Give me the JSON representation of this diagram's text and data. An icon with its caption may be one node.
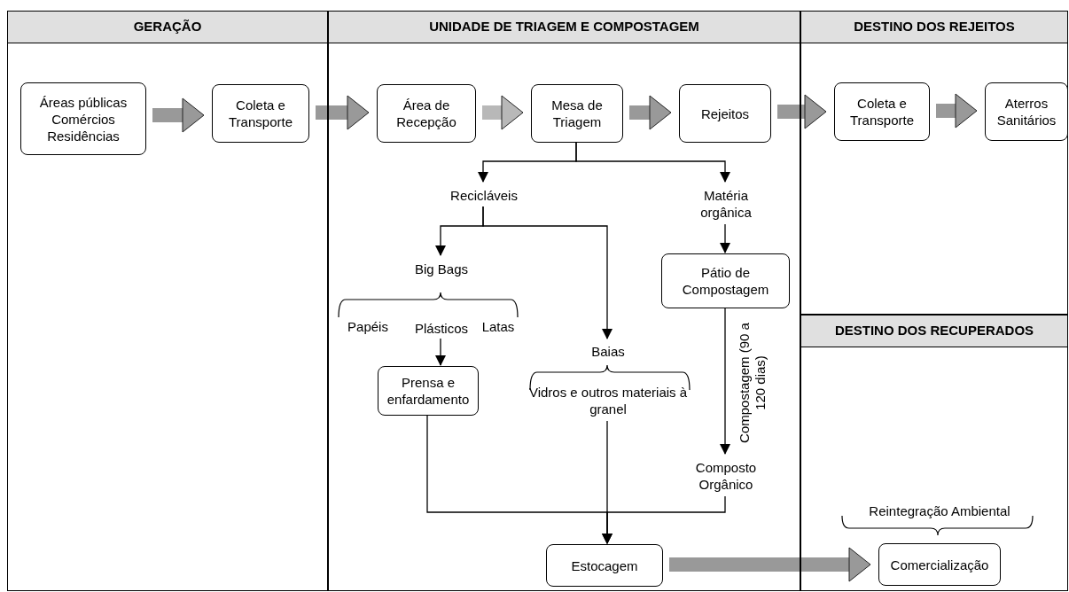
{
  "diagram": {
    "nodes": [
      {
        "text": [
          "GERAÇÃO"
        ]
      },
      {
        "text": [
          "UNIDADE DE TRIAGEM E COMPOSTAGEM"
        ]
      },
      {
        "text": [
          "DESTINO DOS REJEITOS"
        ]
      },
      {
        "text": [
          "DESTINO DOS RECUPERADOS"
        ]
      },
      {
        "text": [
          "Áreas públicas Comércios Residências"
        ],
        "in": 0
      },
      {
        "text": [
          "Coleta e Transporte"
        ],
        "in": 0
      },
      {
        "text": [
          "Área de Recepção"
        ],
        "in": 1
      },
      {
        "text": [
          "Mesa de Triagem"
        ],
        "in": 1
      },
      {
        "text": [
          "Rejeitos"
        ],
        "in": 1
      },
      {
        "text": [
          "Coleta e Transporte"
        ],
        "in": 2
      },
      {
        "text": [
          "Aterros Sanitários"
        ],
        "in": 2
      },
      {
        "text": [
          "Recicláveis"
        ],
        "in": 1
      },
      {
        "text": [
          "Matéria orgânica"
        ],
        "in": 1
      },
      {
        "text": [
          "Big Bags"
        ],
        "in": 1
      },
      {
        "text": [
          "Plásticos"
        ],
        "in": 1
      },
      {
        "text": [
          "Pátio de Compostagem"
        ],
        "in": 1
      },
      {
        "text": [
          "Baias"
        ],
        "in": 1
      },
      {
        "text": [
          "Vidros e outros materiais à granel"
        ],
        "in": 1
      },
      {
        "text": [
          "Prensa e enfardamento"
        ],
        "in": 1
      },
      {
        "text": [
          "Composto Orgânico"
        ],
        "in": 1
      },
      {
        "text": [
          "Estocagem"
        ],
        "in": 1
      },
      {
        "text": [
          "Comercialização"
        ],
        "in": 3
      }
    ],
    "edges": [
      {
        "from": 4,
        "to": 5,
        "arrow": "to",
        "style": "thick",
        "color": "#999999"
      },
      {
        "from": 5,
        "to": 6,
        "arrow": "to",
        "style": "thick",
        "color": "#999999"
      },
      {
        "from": 6,
        "to": 7,
        "arrow": "to",
        "style": "thick",
        "color": "#b8b8b8"
      },
      {
        "from": 7,
        "to": 8,
        "arrow": "to",
        "style": "thick",
        "color": "#999999"
      },
      {
        "from": 8,
        "to": 9,
        "arrow": "to",
        "style": "thick",
        "color": "#999999"
      },
      {
        "from": 9,
        "to": 10,
        "arrow": "to",
        "style": "thick",
        "color": "#999999"
      },
      {
        "from": 7,
        "to": 11,
        "arrow": "to"
      },
      {
        "from": 7,
        "to": 12,
        "arrow": "to"
      },
      {
        "from": 11,
        "to": 13,
        "arrow": "to"
      },
      {
        "from": 11,
        "to": 16,
        "arrow": "to"
      },
      {
        "from": 12,
        "to": 15,
        "arrow": "to"
      },
      {
        "from": 14,
        "to": 18,
        "arrow": "to"
      },
      {
        "from": 15,
        "to": 19,
        "arrow": "to",
        "label": "Compostagem (90 a 120 dias)"
      },
      {
        "from": 18,
        "to": 20,
        "arrow": "to"
      },
      {
        "from": 17,
        "to": 20,
        "arrow": "to"
      },
      {
        "from": 19,
        "to": 20,
        "arrow": "to"
      },
      {
        "from": 20,
        "to": 21,
        "arrow": "to",
        "style": "thick",
        "color": "#999999"
      }
    ],
    "labels": [
      "Papéis",
      "Latas",
      "Reintegração Ambiental"
    ]
  }
}
